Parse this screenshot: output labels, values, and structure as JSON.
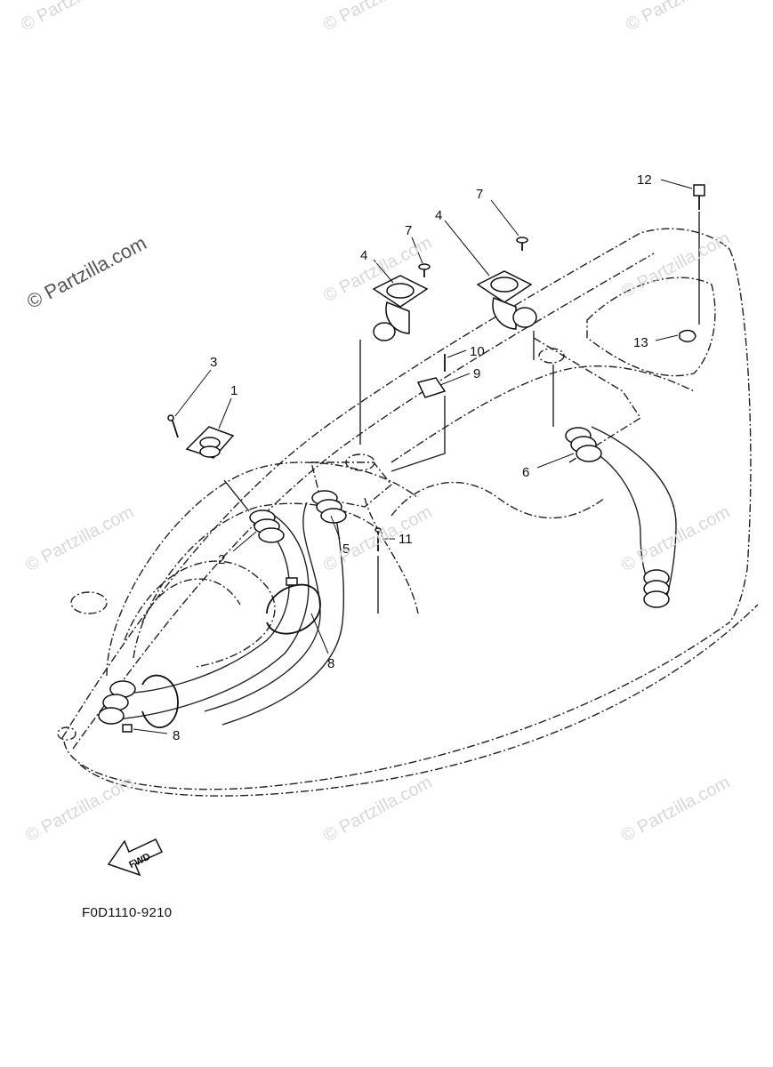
{
  "watermarks": {
    "primary": "© Partzilla.com",
    "tile": "© Partzilla.com"
  },
  "callouts": [
    "1",
    "2",
    "3",
    "4",
    "4",
    "5",
    "6",
    "7",
    "7",
    "8",
    "8",
    "9",
    "10",
    "11",
    "12",
    "13"
  ],
  "drawing_code": "F0D1110-9210",
  "fwd_label": "FWD",
  "colors": {
    "line": "#111111",
    "watermark": "#d8d8d8"
  }
}
